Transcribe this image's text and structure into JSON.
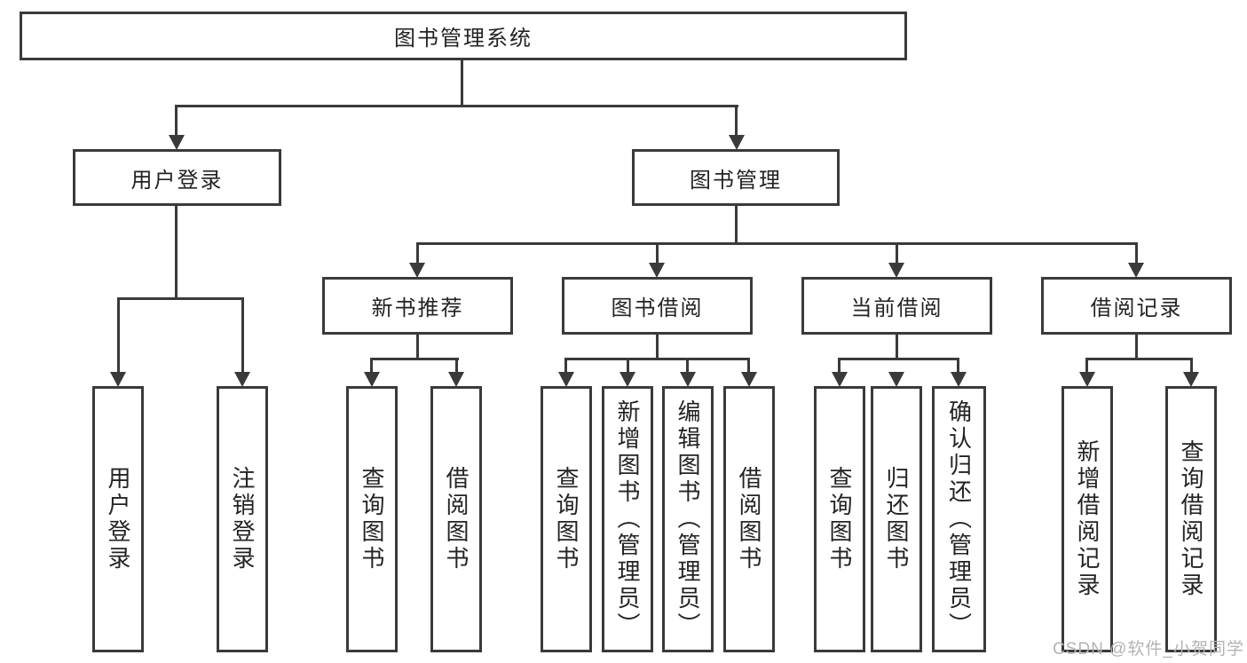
{
  "root": {
    "label": "图书管理系统"
  },
  "level2": [
    {
      "label": "用户登录"
    },
    {
      "label": "图书管理"
    }
  ],
  "level3": [
    {
      "label": "新书推荐"
    },
    {
      "label": "图书借阅"
    },
    {
      "label": "当前借阅"
    },
    {
      "label": "借阅记录"
    }
  ],
  "leaves": {
    "login": [
      {
        "label": "用户登录"
      },
      {
        "label": "注销登录"
      }
    ],
    "recommend": [
      {
        "label": "查询图书"
      },
      {
        "label": "借阅图书"
      }
    ],
    "borrow": [
      {
        "label": "查询图书"
      },
      {
        "label": "新增图书（管理员）"
      },
      {
        "label": "编辑图书（管理员）"
      },
      {
        "label": "借阅图书"
      }
    ],
    "current": [
      {
        "label": "查询图书"
      },
      {
        "label": "归还图书"
      },
      {
        "label": "确认归还（管理员）"
      }
    ],
    "records": [
      {
        "label": "新增借阅记录"
      },
      {
        "label": "查询借阅记录"
      }
    ]
  },
  "watermark": "CSDN @软件_小贺同学",
  "colors": {
    "line": "#3a3a3a",
    "text": "#232323",
    "watermark": "#b3b3b3",
    "background": "#ffffff"
  }
}
